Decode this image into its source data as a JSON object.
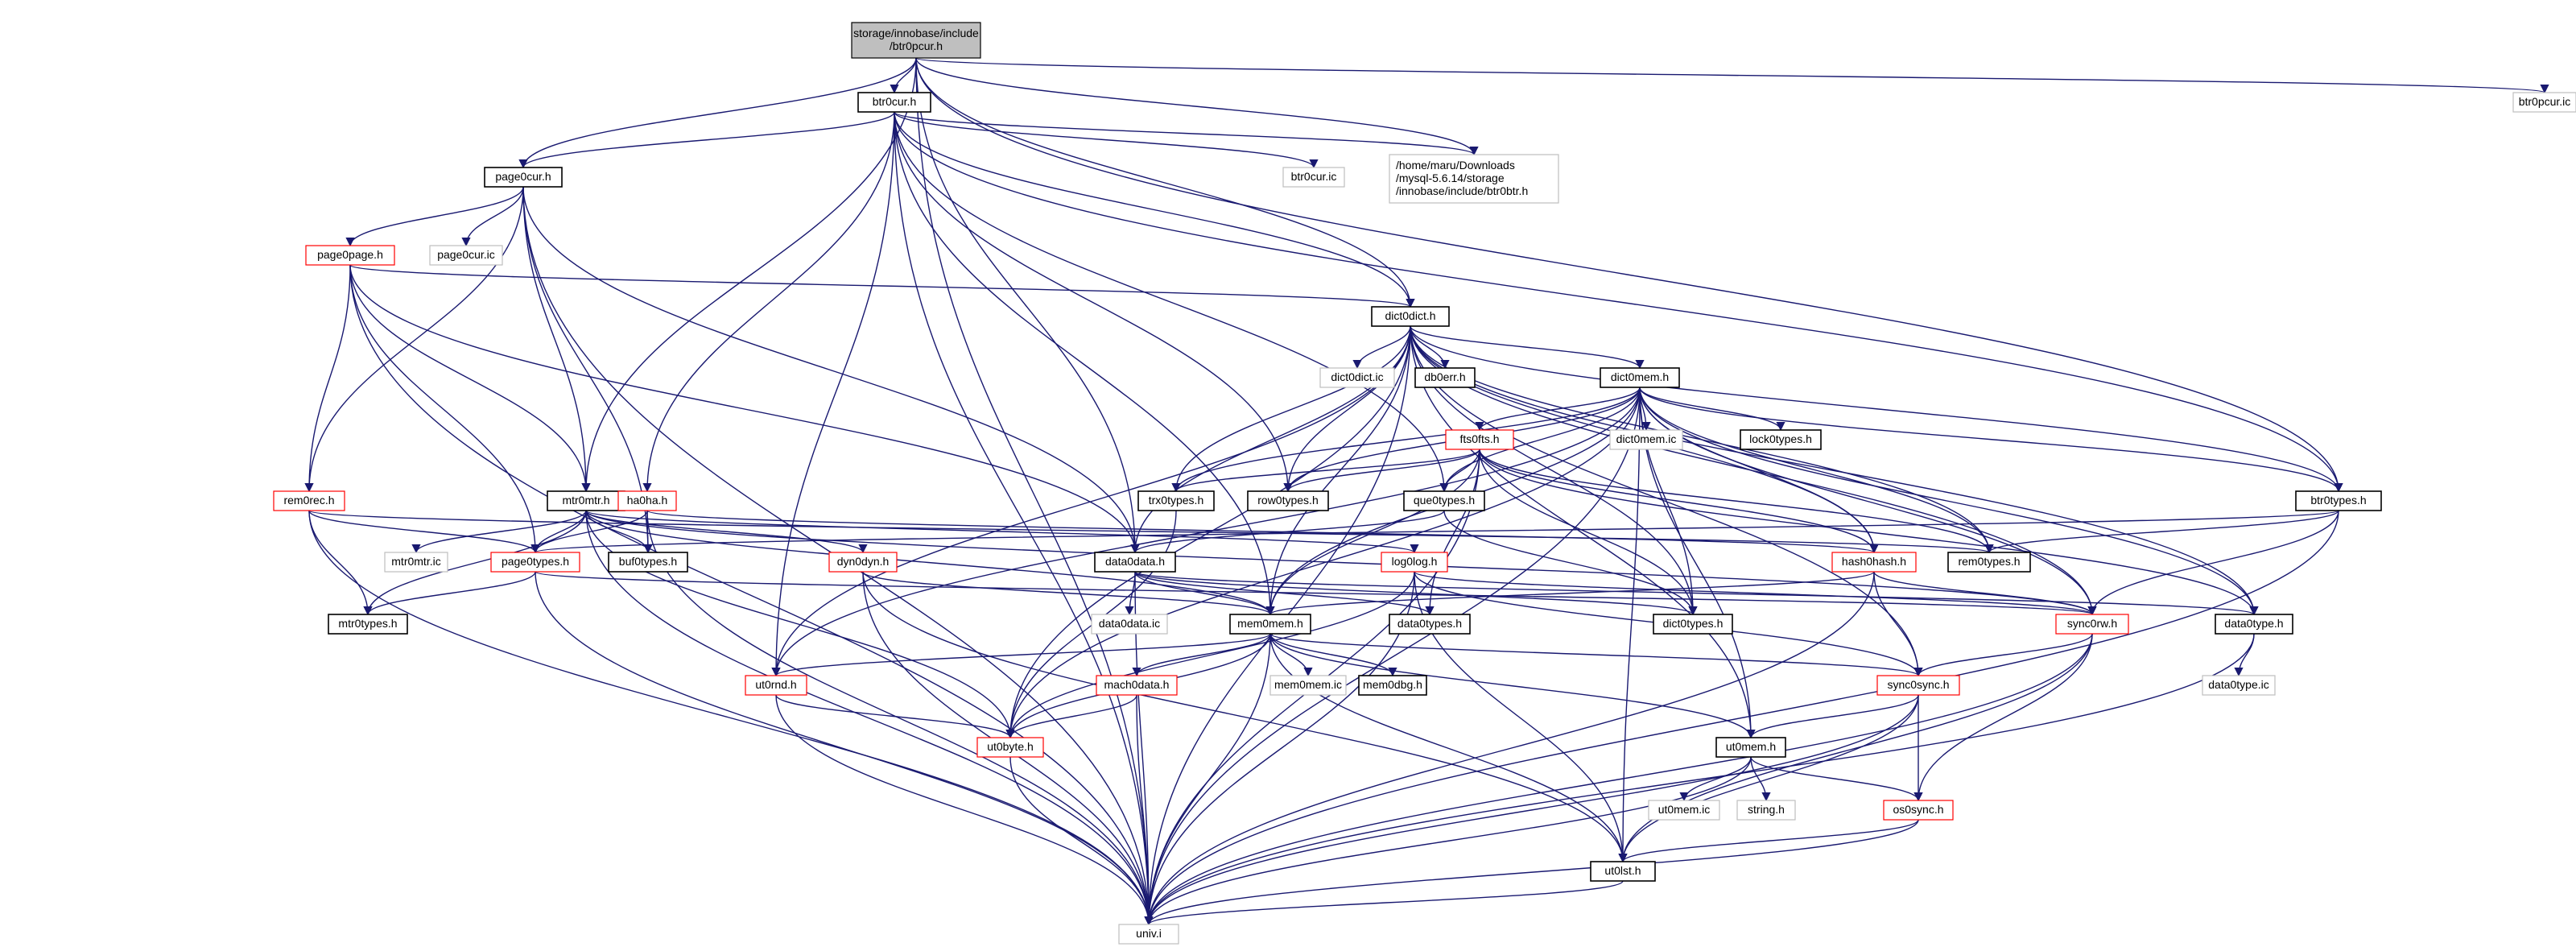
{
  "colors": {
    "edge": "#191970",
    "root_fill": "#bfbfbf",
    "node_border": "#000000",
    "missing_border": "#bfbfbf",
    "red_border": "#ff0000",
    "text": "#000000"
  },
  "nodes": [
    {
      "id": "root",
      "lines": [
        "storage/innobase/include",
        "/btr0pcur.h"
      ],
      "style": "root"
    },
    {
      "id": "btr0pcur_ic",
      "lines": [
        "btr0pcur.ic"
      ],
      "style": "missing"
    },
    {
      "id": "btr0cur_h",
      "lines": [
        "btr0cur.h"
      ],
      "style": "normal"
    },
    {
      "id": "btr0btr_full",
      "lines": [
        "/home/maru/Downloads",
        "/mysql-5.6.14/storage",
        "/innobase/include/btr0btr.h"
      ],
      "style": "missing"
    },
    {
      "id": "page0cur_h",
      "lines": [
        "page0cur.h"
      ],
      "style": "normal"
    },
    {
      "id": "btr0cur_ic",
      "lines": [
        "btr0cur.ic"
      ],
      "style": "missing"
    },
    {
      "id": "page0page_h",
      "lines": [
        "page0page.h"
      ],
      "style": "red"
    },
    {
      "id": "page0cur_ic",
      "lines": [
        "page0cur.ic"
      ],
      "style": "missing"
    },
    {
      "id": "dict0dict_h",
      "lines": [
        "dict0dict.h"
      ],
      "style": "normal"
    },
    {
      "id": "dict0dict_ic",
      "lines": [
        "dict0dict.ic"
      ],
      "style": "missing"
    },
    {
      "id": "db0err_h",
      "lines": [
        "db0err.h"
      ],
      "style": "normal"
    },
    {
      "id": "dict0mem_h",
      "lines": [
        "dict0mem.h"
      ],
      "style": "normal"
    },
    {
      "id": "fts0fts_h",
      "lines": [
        "fts0fts.h"
      ],
      "style": "red"
    },
    {
      "id": "dict0mem_ic",
      "lines": [
        "dict0mem.ic"
      ],
      "style": "missing"
    },
    {
      "id": "lock0types_h",
      "lines": [
        "lock0types.h"
      ],
      "style": "normal"
    },
    {
      "id": "rem0rec_h",
      "lines": [
        "rem0rec.h"
      ],
      "style": "red"
    },
    {
      "id": "mtr0mtr_h",
      "lines": [
        "mtr0mtr.h"
      ],
      "style": "normal"
    },
    {
      "id": "ha0ha_h",
      "lines": [
        "ha0ha.h"
      ],
      "style": "red"
    },
    {
      "id": "trx0types_h",
      "lines": [
        "trx0types.h"
      ],
      "style": "normal"
    },
    {
      "id": "row0types_h",
      "lines": [
        "row0types.h"
      ],
      "style": "normal"
    },
    {
      "id": "que0types_h",
      "lines": [
        "que0types.h"
      ],
      "style": "normal"
    },
    {
      "id": "btr0types_h",
      "lines": [
        "btr0types.h"
      ],
      "style": "normal"
    },
    {
      "id": "mtr0mtr_ic",
      "lines": [
        "mtr0mtr.ic"
      ],
      "style": "missing"
    },
    {
      "id": "page0types_h",
      "lines": [
        "page0types.h"
      ],
      "style": "red"
    },
    {
      "id": "buf0types_h",
      "lines": [
        "buf0types.h"
      ],
      "style": "normal"
    },
    {
      "id": "dyn0dyn_h",
      "lines": [
        "dyn0dyn.h"
      ],
      "style": "red"
    },
    {
      "id": "data0data_h",
      "lines": [
        "data0data.h"
      ],
      "style": "normal"
    },
    {
      "id": "log0log_h",
      "lines": [
        "log0log.h"
      ],
      "style": "red"
    },
    {
      "id": "hash0hash_h",
      "lines": [
        "hash0hash.h"
      ],
      "style": "red"
    },
    {
      "id": "rem0types_h",
      "lines": [
        "rem0types.h"
      ],
      "style": "normal"
    },
    {
      "id": "mtr0types_h",
      "lines": [
        "mtr0types.h"
      ],
      "style": "normal"
    },
    {
      "id": "data0data_ic",
      "lines": [
        "data0data.ic"
      ],
      "style": "missing"
    },
    {
      "id": "mem0mem_h",
      "lines": [
        "mem0mem.h"
      ],
      "style": "normal"
    },
    {
      "id": "data0types_h",
      "lines": [
        "data0types.h"
      ],
      "style": "normal"
    },
    {
      "id": "dict0types_h",
      "lines": [
        "dict0types.h"
      ],
      "style": "normal"
    },
    {
      "id": "sync0rw_h",
      "lines": [
        "sync0rw.h"
      ],
      "style": "red"
    },
    {
      "id": "data0type_h",
      "lines": [
        "data0type.h"
      ],
      "style": "normal"
    },
    {
      "id": "ut0rnd_h",
      "lines": [
        "ut0rnd.h"
      ],
      "style": "red"
    },
    {
      "id": "mach0data_h",
      "lines": [
        "mach0data.h"
      ],
      "style": "red"
    },
    {
      "id": "mem0mem_ic",
      "lines": [
        "mem0mem.ic"
      ],
      "style": "missing"
    },
    {
      "id": "mem0dbg_h",
      "lines": [
        "mem0dbg.h"
      ],
      "style": "normal"
    },
    {
      "id": "sync0sync_h",
      "lines": [
        "sync0sync.h"
      ],
      "style": "red"
    },
    {
      "id": "data0type_ic",
      "lines": [
        "data0type.ic"
      ],
      "style": "missing"
    },
    {
      "id": "ut0byte_h",
      "lines": [
        "ut0byte.h"
      ],
      "style": "red"
    },
    {
      "id": "ut0mem_h",
      "lines": [
        "ut0mem.h"
      ],
      "style": "normal"
    },
    {
      "id": "ut0mem_ic",
      "lines": [
        "ut0mem.ic"
      ],
      "style": "missing"
    },
    {
      "id": "string_h",
      "lines": [
        "string.h"
      ],
      "style": "missing"
    },
    {
      "id": "os0sync_h",
      "lines": [
        "os0sync.h"
      ],
      "style": "red"
    },
    {
      "id": "ut0lst_h",
      "lines": [
        "ut0lst.h"
      ],
      "style": "normal"
    },
    {
      "id": "univ_i",
      "lines": [
        "univ.i"
      ],
      "style": "missing"
    }
  ],
  "edges": [
    [
      "root",
      "btr0pcur_ic"
    ],
    [
      "root",
      "btr0cur_h"
    ],
    [
      "root",
      "btr0btr_full"
    ],
    [
      "root",
      "page0cur_h"
    ],
    [
      "root",
      "dict0dict_h"
    ],
    [
      "root",
      "btr0types_h"
    ],
    [
      "root",
      "mtr0mtr_h"
    ],
    [
      "root",
      "data0data_h"
    ],
    [
      "root",
      "univ_i"
    ],
    [
      "btr0cur_h",
      "btr0btr_full"
    ],
    [
      "btr0cur_h",
      "page0cur_h"
    ],
    [
      "btr0cur_h",
      "btr0cur_ic"
    ],
    [
      "btr0cur_h",
      "dict0dict_h"
    ],
    [
      "btr0cur_h",
      "btr0types_h"
    ],
    [
      "btr0cur_h",
      "ha0ha_h"
    ],
    [
      "btr0cur_h",
      "que0types_h"
    ],
    [
      "btr0cur_h",
      "row0types_h"
    ],
    [
      "btr0cur_h",
      "mem0mem_h"
    ],
    [
      "btr0cur_h",
      "ut0rnd_h"
    ],
    [
      "btr0cur_h",
      "univ_i"
    ],
    [
      "page0cur_h",
      "page0page_h"
    ],
    [
      "page0cur_h",
      "page0cur_ic"
    ],
    [
      "page0cur_h",
      "rem0rec_h"
    ],
    [
      "page0cur_h",
      "mtr0mtr_h"
    ],
    [
      "page0cur_h",
      "buf0types_h"
    ],
    [
      "page0cur_h",
      "data0data_h"
    ],
    [
      "page0cur_h",
      "univ_i"
    ],
    [
      "page0page_h",
      "dict0dict_h"
    ],
    [
      "page0page_h",
      "rem0rec_h"
    ],
    [
      "page0page_h",
      "page0types_h"
    ],
    [
      "page0page_h",
      "mtr0mtr_h"
    ],
    [
      "page0page_h",
      "data0data_h"
    ],
    [
      "page0page_h",
      "univ_i"
    ],
    [
      "dict0dict_h",
      "dict0dict_ic"
    ],
    [
      "dict0dict_h",
      "db0err_h"
    ],
    [
      "dict0dict_h",
      "dict0mem_h"
    ],
    [
      "dict0dict_h",
      "trx0types_h"
    ],
    [
      "dict0dict_h",
      "row0types_h"
    ],
    [
      "dict0dict_h",
      "rem0types_h"
    ],
    [
      "dict0dict_h",
      "hash0hash_h"
    ],
    [
      "dict0dict_h",
      "btr0types_h"
    ],
    [
      "dict0dict_h",
      "data0type_h"
    ],
    [
      "dict0dict_h",
      "sync0rw_h"
    ],
    [
      "dict0dict_h",
      "sync0sync_h"
    ],
    [
      "dict0dict_h",
      "ut0mem_h"
    ],
    [
      "dict0dict_h",
      "dict0types_h"
    ],
    [
      "dict0dict_h",
      "data0data_h"
    ],
    [
      "dict0dict_h",
      "mem0mem_h"
    ],
    [
      "dict0dict_h",
      "ut0rnd_h"
    ],
    [
      "dict0dict_h",
      "ut0byte_h"
    ],
    [
      "dict0dict_h",
      "univ_i"
    ],
    [
      "dict0mem_h",
      "dict0mem_ic"
    ],
    [
      "dict0mem_h",
      "lock0types_h"
    ],
    [
      "dict0mem_h",
      "fts0fts_h"
    ],
    [
      "dict0mem_h",
      "que0types_h"
    ],
    [
      "dict0mem_h",
      "trx0types_h"
    ],
    [
      "dict0mem_h",
      "row0types_h"
    ],
    [
      "dict0mem_h",
      "btr0types_h"
    ],
    [
      "dict0mem_h",
      "rem0types_h"
    ],
    [
      "dict0mem_h",
      "hash0hash_h"
    ],
    [
      "dict0mem_h",
      "sync0rw_h"
    ],
    [
      "dict0mem_h",
      "data0type_h"
    ],
    [
      "dict0mem_h",
      "dict0types_h"
    ],
    [
      "dict0mem_h",
      "mem0mem_h"
    ],
    [
      "dict0mem_h",
      "ut0mem_h"
    ],
    [
      "dict0mem_h",
      "ut0lst_h"
    ],
    [
      "dict0mem_h",
      "ut0rnd_h"
    ],
    [
      "dict0mem_h",
      "ut0byte_h"
    ],
    [
      "dict0mem_h",
      "univ_i"
    ],
    [
      "fts0fts_h",
      "que0types_h"
    ],
    [
      "fts0fts_h",
      "trx0types_h"
    ],
    [
      "fts0fts_h",
      "row0types_h"
    ],
    [
      "fts0fts_h",
      "rem0types_h"
    ],
    [
      "fts0fts_h",
      "hash0hash_h"
    ],
    [
      "fts0fts_h",
      "data0type_h"
    ],
    [
      "fts0fts_h",
      "dict0types_h"
    ],
    [
      "fts0fts_h",
      "mem0mem_h"
    ],
    [
      "fts0fts_h",
      "data0types_h"
    ],
    [
      "fts0fts_h",
      "univ_i"
    ],
    [
      "rem0rec_h",
      "page0types_h"
    ],
    [
      "rem0rec_h",
      "mtr0types_h"
    ],
    [
      "rem0rec_h",
      "rem0types_h"
    ],
    [
      "rem0rec_h",
      "univ_i"
    ],
    [
      "mtr0mtr_h",
      "mtr0mtr_ic"
    ],
    [
      "mtr0mtr_h",
      "page0types_h"
    ],
    [
      "mtr0mtr_h",
      "buf0types_h"
    ],
    [
      "mtr0mtr_h",
      "dyn0dyn_h"
    ],
    [
      "mtr0mtr_h",
      "log0log_h"
    ],
    [
      "mtr0mtr_h",
      "mtr0types_h"
    ],
    [
      "mtr0mtr_h",
      "mem0mem_h"
    ],
    [
      "mtr0mtr_h",
      "sync0rw_h"
    ],
    [
      "mtr0mtr_h",
      "ut0byte_h"
    ],
    [
      "mtr0mtr_h",
      "univ_i"
    ],
    [
      "ha0ha_h",
      "page0types_h"
    ],
    [
      "ha0ha_h",
      "buf0types_h"
    ],
    [
      "ha0ha_h",
      "hash0hash_h"
    ],
    [
      "ha0ha_h",
      "univ_i"
    ],
    [
      "trx0types_h",
      "ut0byte_h"
    ],
    [
      "que0types_h",
      "data0data_h"
    ],
    [
      "que0types_h",
      "dict0types_h"
    ],
    [
      "btr0types_h",
      "page0types_h"
    ],
    [
      "btr0types_h",
      "rem0types_h"
    ],
    [
      "btr0types_h",
      "sync0rw_h"
    ],
    [
      "btr0types_h",
      "univ_i"
    ],
    [
      "page0types_h",
      "mtr0types_h"
    ],
    [
      "page0types_h",
      "sync0rw_h"
    ],
    [
      "page0types_h",
      "univ_i"
    ],
    [
      "dyn0dyn_h",
      "mem0mem_h"
    ],
    [
      "dyn0dyn_h",
      "ut0lst_h"
    ],
    [
      "dyn0dyn_h",
      "univ_i"
    ],
    [
      "data0data_h",
      "data0data_ic"
    ],
    [
      "data0data_h",
      "mem0mem_h"
    ],
    [
      "data0data_h",
      "data0types_h"
    ],
    [
      "data0data_h",
      "dict0types_h"
    ],
    [
      "data0data_h",
      "data0type_h"
    ],
    [
      "data0data_h",
      "univ_i"
    ],
    [
      "log0log_h",
      "sync0sync_h"
    ],
    [
      "log0log_h",
      "sync0rw_h"
    ],
    [
      "log0log_h",
      "ut0byte_h"
    ],
    [
      "log0log_h",
      "ut0lst_h"
    ],
    [
      "log0log_h",
      "univ_i"
    ],
    [
      "hash0hash_h",
      "mem0mem_h"
    ],
    [
      "hash0hash_h",
      "sync0sync_h"
    ],
    [
      "hash0hash_h",
      "sync0rw_h"
    ],
    [
      "hash0hash_h",
      "univ_i"
    ],
    [
      "mem0mem_h",
      "mem0mem_ic"
    ],
    [
      "mem0mem_h",
      "mem0dbg_h"
    ],
    [
      "mem0mem_h",
      "mach0data_h"
    ],
    [
      "mem0mem_h",
      "ut0rnd_h"
    ],
    [
      "mem0mem_h",
      "ut0byte_h"
    ],
    [
      "mem0mem_h",
      "sync0sync_h"
    ],
    [
      "mem0mem_h",
      "ut0mem_h"
    ],
    [
      "mem0mem_h",
      "ut0lst_h"
    ],
    [
      "mem0mem_h",
      "univ_i"
    ],
    [
      "sync0rw_h",
      "sync0sync_h"
    ],
    [
      "sync0rw_h",
      "os0sync_h"
    ],
    [
      "sync0rw_h",
      "ut0lst_h"
    ],
    [
      "sync0rw_h",
      "univ_i"
    ],
    [
      "data0type_h",
      "data0type_ic"
    ],
    [
      "data0type_h",
      "univ_i"
    ],
    [
      "ut0rnd_h",
      "ut0byte_h"
    ],
    [
      "ut0rnd_h",
      "univ_i"
    ],
    [
      "mach0data_h",
      "ut0byte_h"
    ],
    [
      "mach0data_h",
      "univ_i"
    ],
    [
      "sync0sync_h",
      "ut0mem_h"
    ],
    [
      "sync0sync_h",
      "os0sync_h"
    ],
    [
      "sync0sync_h",
      "ut0lst_h"
    ],
    [
      "sync0sync_h",
      "univ_i"
    ],
    [
      "ut0byte_h",
      "univ_i"
    ],
    [
      "ut0mem_h",
      "ut0mem_ic"
    ],
    [
      "ut0mem_h",
      "string_h"
    ],
    [
      "ut0mem_h",
      "os0sync_h"
    ],
    [
      "ut0mem_h",
      "univ_i"
    ],
    [
      "os0sync_h",
      "ut0lst_h"
    ],
    [
      "os0sync_h",
      "univ_i"
    ],
    [
      "ut0lst_h",
      "univ_i"
    ]
  ]
}
